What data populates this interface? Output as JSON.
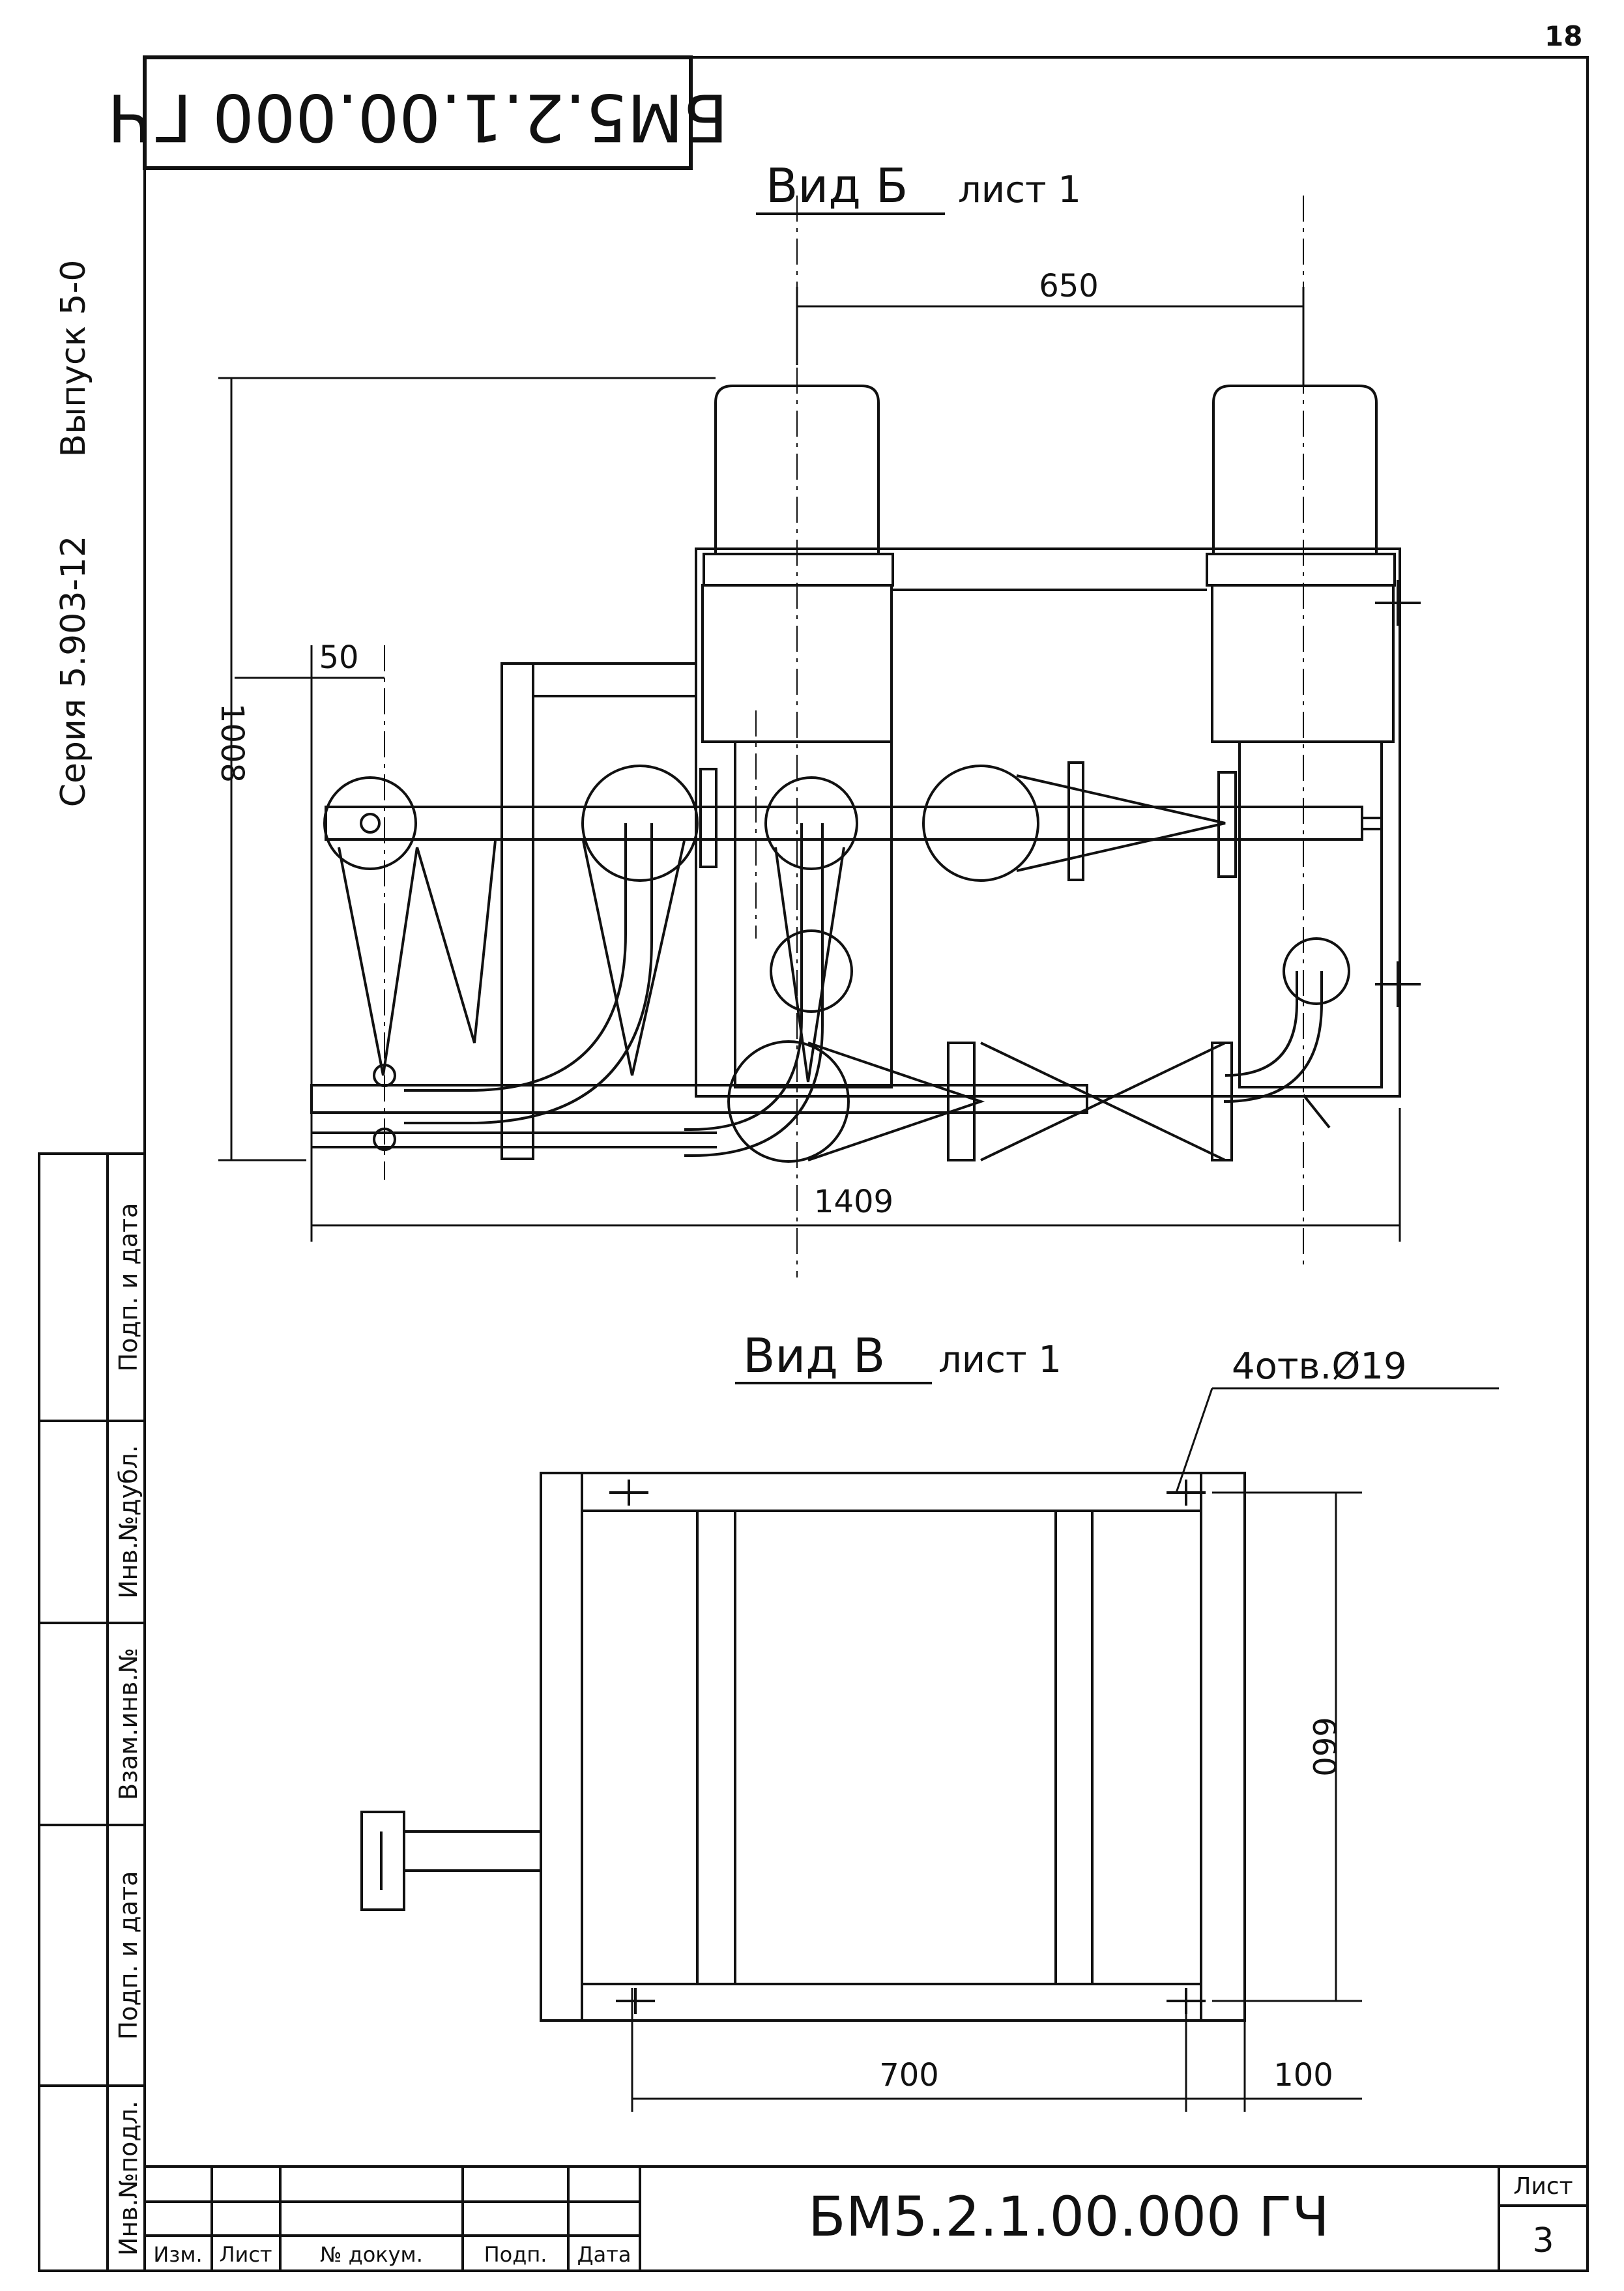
{
  "page_number": "18",
  "top_stamp": "БМ5.2.1.00.000 ГЧ",
  "series": "Серия 5.903-12",
  "issue": "Выпуск 5-0",
  "views": {
    "b": {
      "label": "Вид Б",
      "sheet": "лист 1"
    },
    "v": {
      "label": "Вид В",
      "sheet": "лист 1"
    }
  },
  "dimensions": {
    "d650": "650",
    "d50": "50",
    "d1008": "1008",
    "d1409": "1409",
    "d660": "660",
    "d700": "700",
    "d100": "100",
    "holes": "4отв.Ø19"
  },
  "margin_labels": [
    "Инв.№подл.",
    "Подп. и дата",
    "Взам.инв.№",
    "Инв.№дубл.",
    "Подп. и дата"
  ],
  "title_block": {
    "headers": [
      "Изм.",
      "Лист",
      "№ докум.",
      "Подп.",
      "Дата"
    ],
    "designation": "БМ5.2.1.00.000 ГЧ",
    "sheet_label": "Лист",
    "sheet_number": "3"
  },
  "colors": {
    "line": "#111111",
    "paper": "#ffffff"
  }
}
